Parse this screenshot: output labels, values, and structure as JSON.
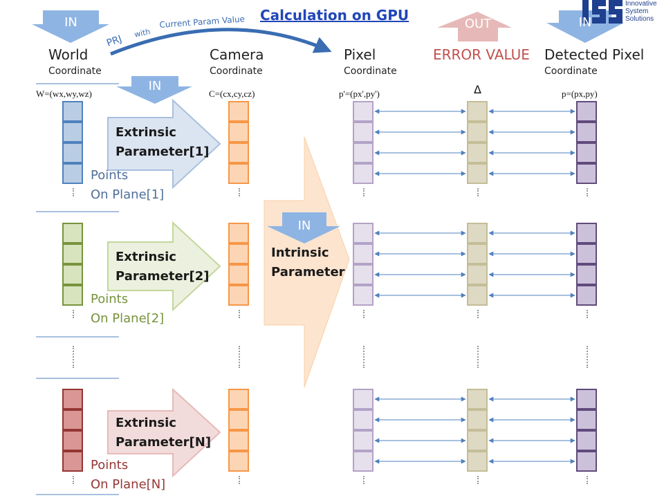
{
  "title": "Calculation on GPU",
  "logo": {
    "mark": "ISS",
    "lines": [
      "Innovative",
      "System",
      "Solutions"
    ]
  },
  "badges": {
    "in": "IN",
    "out": "OUT"
  },
  "projection": {
    "prj": "PRJ",
    "with": "with",
    "current": "Current Param Value"
  },
  "columns": {
    "world": {
      "title": "World",
      "sub": "Coordinate",
      "formula": "W=(wx,wy,wz)"
    },
    "camera": {
      "title": "Camera",
      "sub": "Coordinate",
      "formula": "C=(cx,cy,cz)"
    },
    "pixel": {
      "title": "Pixel",
      "sub": "Coordinate",
      "formula": "p'=(px',py')"
    },
    "error": {
      "title": "ERROR VALUE",
      "formula": "Δ"
    },
    "detected": {
      "title": "Detected Pixel",
      "sub": "Coordinate",
      "formula": "p=(px,py)"
    }
  },
  "planes": [
    {
      "param_line1": "Extrinsic",
      "param_line2": "Parameter[1]",
      "points_line1": "Points",
      "points_line2": "On Plane[1]"
    },
    {
      "param_line1": "Extrinsic",
      "param_line2": "Parameter[2]",
      "points_line1": "Points",
      "points_line2": "On Plane[2]"
    },
    {
      "param_line1": "Extrinsic",
      "param_line2": "Parameter[N]",
      "points_line1": "Points",
      "points_line2": "On Plane[N]"
    }
  ],
  "intrinsic": {
    "line1": "Intrinsic",
    "line2": "Parameter"
  },
  "colors": {
    "title": "#2046b8",
    "in_badge": "#8eb4e3",
    "out_badge": "#e6b9b8",
    "plane1": "#b9cde5",
    "plane2": "#d7e4bd",
    "planeN": "#d99694",
    "camera": "#fcd5b5",
    "pixel": "#e6e0ec",
    "error": "#ddd9c3",
    "detected": "#ccc1da",
    "error_text": "#c0504d"
  }
}
